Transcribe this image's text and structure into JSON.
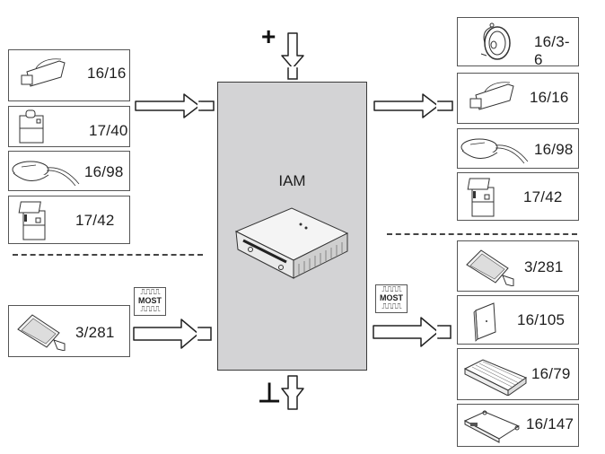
{
  "diagram": {
    "central_module": {
      "label": "IAM"
    },
    "power": {
      "positive_symbol": "+",
      "ground_symbol": "⊥"
    },
    "bus_label": "MOST",
    "inputs_top": [
      {
        "code": "16/16",
        "icon": "antenna-module-icon"
      },
      {
        "code": "17/40",
        "icon": "switch-unit-icon"
      },
      {
        "code": "16/98",
        "icon": "sensor-with-cable-icon"
      },
      {
        "code": "17/42",
        "icon": "connector-unit-icon"
      }
    ],
    "inputs_bottom": [
      {
        "code": "3/281",
        "icon": "display-unit-icon"
      }
    ],
    "outputs_top": [
      {
        "code": "16/3-6",
        "icon": "speaker-icon"
      },
      {
        "code": "16/16",
        "icon": "antenna-module-icon"
      },
      {
        "code": "16/98",
        "icon": "sensor-with-cable-icon"
      },
      {
        "code": "17/42",
        "icon": "connector-unit-icon"
      }
    ],
    "outputs_bottom": [
      {
        "code": "3/281",
        "icon": "display-unit-icon"
      },
      {
        "code": "16/105",
        "icon": "control-module-icon"
      },
      {
        "code": "16/79",
        "icon": "amplifier-icon"
      },
      {
        "code": "16/147",
        "icon": "circuit-board-icon"
      }
    ]
  }
}
